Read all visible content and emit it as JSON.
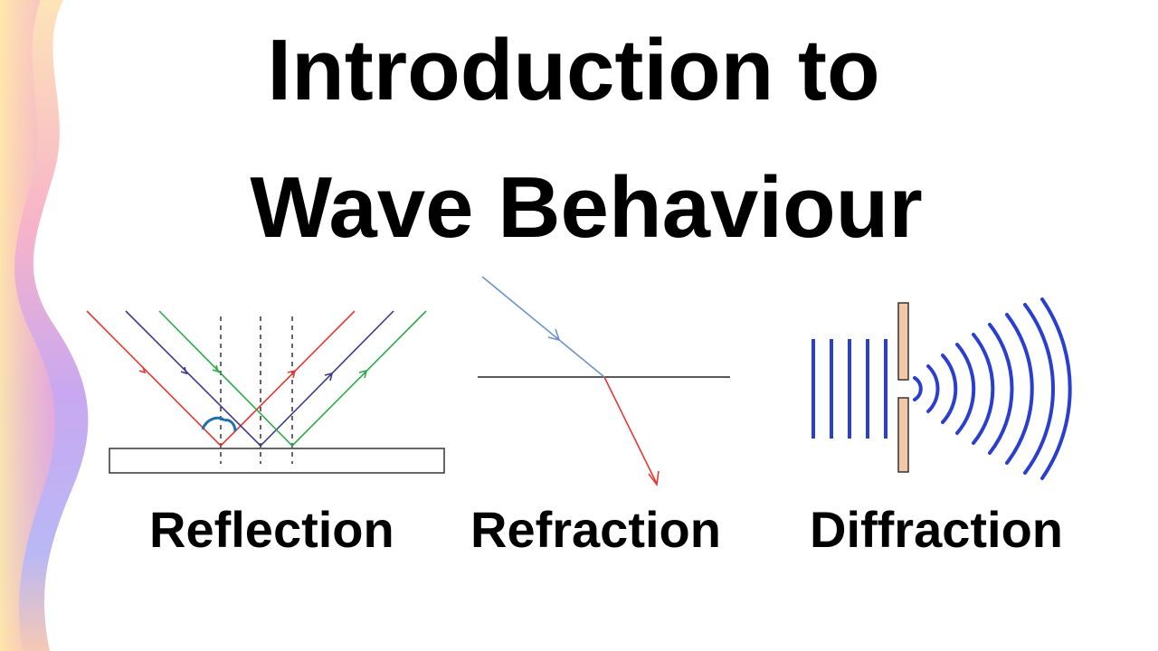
{
  "title": {
    "line1": "Introduction to",
    "line2": "Wave Behaviour"
  },
  "figures": [
    {
      "caption": "Reflection"
    },
    {
      "caption": "Refraction"
    },
    {
      "caption": "Diffraction"
    }
  ],
  "colors": {
    "ray_red": "#e53935",
    "ray_navy": "#3a3a8c",
    "ray_green": "#2eaa4a",
    "ray_blue": "#6d93c7",
    "wave_blue": "#2a3fcf",
    "barrier": "#f3c8a6",
    "angle_arc": "#1d6fb0"
  }
}
